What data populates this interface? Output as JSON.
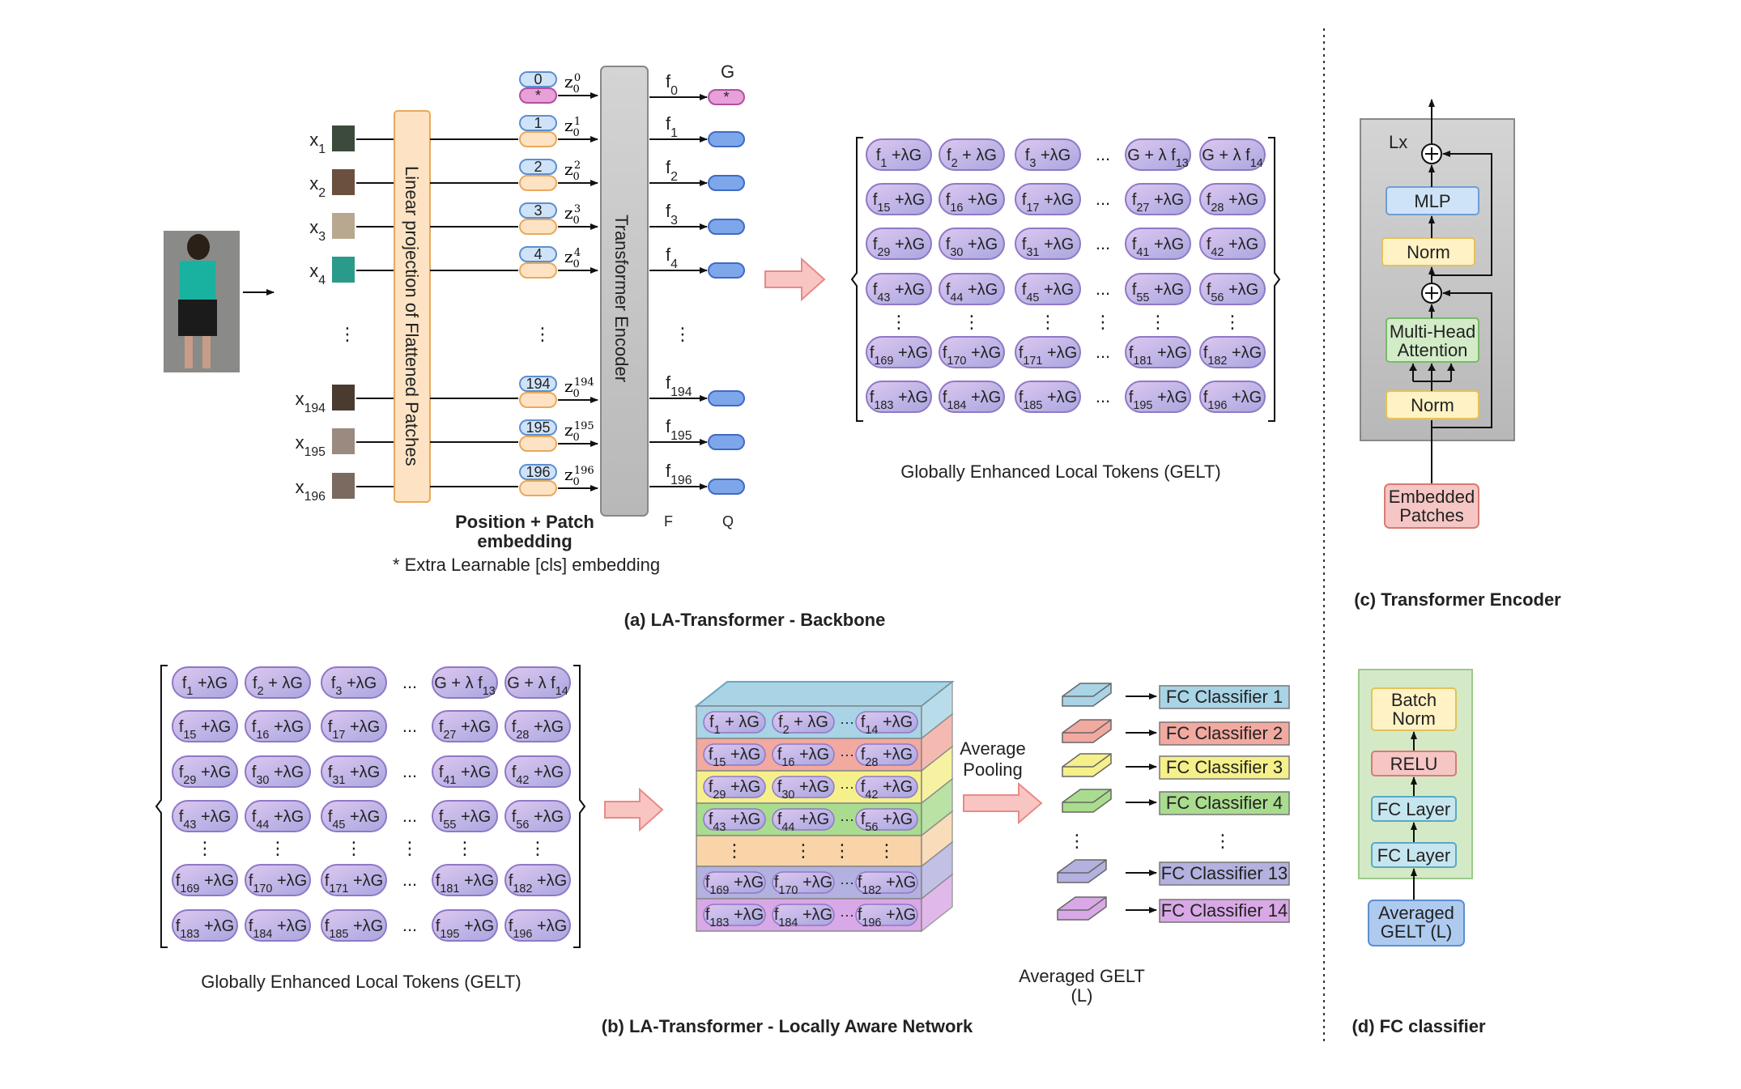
{
  "captions": {
    "a": "(a) LA-Transformer - Backbone",
    "b": "(b) LA-Transformer - Locally Aware Network",
    "c": "(c) Transformer Encoder",
    "d": "(d) FC classifier"
  },
  "backbone": {
    "patch_labels": [
      "x1",
      "x2",
      "x3",
      "x4",
      "x194",
      "x195",
      "x196"
    ],
    "linear_projection": "Linear projection of Flattened Patches",
    "position_ids": [
      "0",
      "1",
      "2",
      "3",
      "4",
      "194",
      "195",
      "196"
    ],
    "cls_symbol": "*",
    "z_labels": [
      "z0^0",
      "z0^1",
      "z0^2",
      "z0^3",
      "z0^4",
      "z0^194",
      "z0^195",
      "z0^196"
    ],
    "transformer_encoder": "Transformer Encoder",
    "f_labels": [
      "f0",
      "f1",
      "f2",
      "f3",
      "f4",
      "f194",
      "f195",
      "f196"
    ],
    "G": "G",
    "F": "F",
    "Q": "Q",
    "embedding_label_1": "Position + Patch",
    "embedding_label_2": "embedding",
    "cls_note": "* Extra Learnable [cls] embedding",
    "vdots": "⋮"
  },
  "gelt": {
    "title": "Globally Enhanced Local Tokens (GELT)",
    "rows": [
      [
        "f1 +λG",
        "f2 + λG",
        "f3 +λG",
        "...",
        "G + λ f13",
        "G + λ f14"
      ],
      [
        "f15 +λG",
        "f16 +λG",
        "f17 +λG",
        "...",
        "f27 +λG",
        "f28 +λG"
      ],
      [
        "f29 +λG",
        "f30 +λG",
        "f31 +λG",
        "...",
        "f41 +λG",
        "f42 +λG"
      ],
      [
        "f43 +λG",
        "f44 +λG",
        "f45 +λG",
        "...",
        "f55 +λG",
        "f56 +λG"
      ],
      [
        "⋮",
        "⋮",
        "⋮",
        "⋮",
        "⋮",
        "⋮"
      ],
      [
        "f169 +λG",
        "f170 +λG",
        "f171 +λG",
        "...",
        "f181 +λG",
        "f182 +λG"
      ],
      [
        "f183 +λG",
        "f184 +λG",
        "f185 +λG",
        "...",
        "f195 +λG",
        "f196 +λG"
      ]
    ]
  },
  "lan": {
    "stack_rows": [
      [
        "f1 + λG",
        "f2 + λG",
        "f14 +λG"
      ],
      [
        "f15 +λG",
        "f16 +λG",
        "f28 +λG"
      ],
      [
        "f29 +λG",
        "f30 +λG",
        "f42 +λG"
      ],
      [
        "f43 +λG",
        "f44 +λG",
        "f56 +λG"
      ],
      [
        "⋮",
        "⋮",
        "⋮"
      ],
      [
        "f169 +λG",
        "f170 +λG",
        "f182 +λG"
      ],
      [
        "f183 +λG",
        "f184 +λG",
        "f196 +λG"
      ]
    ],
    "pooling_1": "Average",
    "pooling_2": "Pooling",
    "averaged_1": "Averaged GELT",
    "averaged_2": "(L)",
    "classifiers": [
      "FC Classifier 1",
      "FC Classifier 2",
      "FC Classifier 3",
      "FC Classifier 4",
      "FC Classifier 13",
      "FC Classifier 14"
    ]
  },
  "encoder": {
    "lx": "Lx",
    "mlp": "MLP",
    "norm": "Norm",
    "mha_1": "Multi-Head",
    "mha_2": "Attention",
    "embedded_1": "Embedded",
    "embedded_2": "Patches"
  },
  "fc": {
    "batch_1": "Batch",
    "batch_2": "Norm",
    "relu": "RELU",
    "fc_layer": "FC Layer",
    "avg_1": "Averaged",
    "avg_2": "GELT (L)"
  },
  "colors": {
    "token_fill": "#c9b6e6",
    "row_colors": [
      "#a8d4e6",
      "#f2a9a0",
      "#f5f08a",
      "#a9dc8e",
      "#f8d4a8",
      "#b3b1df",
      "#d9a8e6"
    ],
    "classifier_colors": [
      "#a8d4e6",
      "#f2a9a0",
      "#f5f08a",
      "#a9dc8e",
      "#b3b1df",
      "#d9a8e6"
    ]
  }
}
